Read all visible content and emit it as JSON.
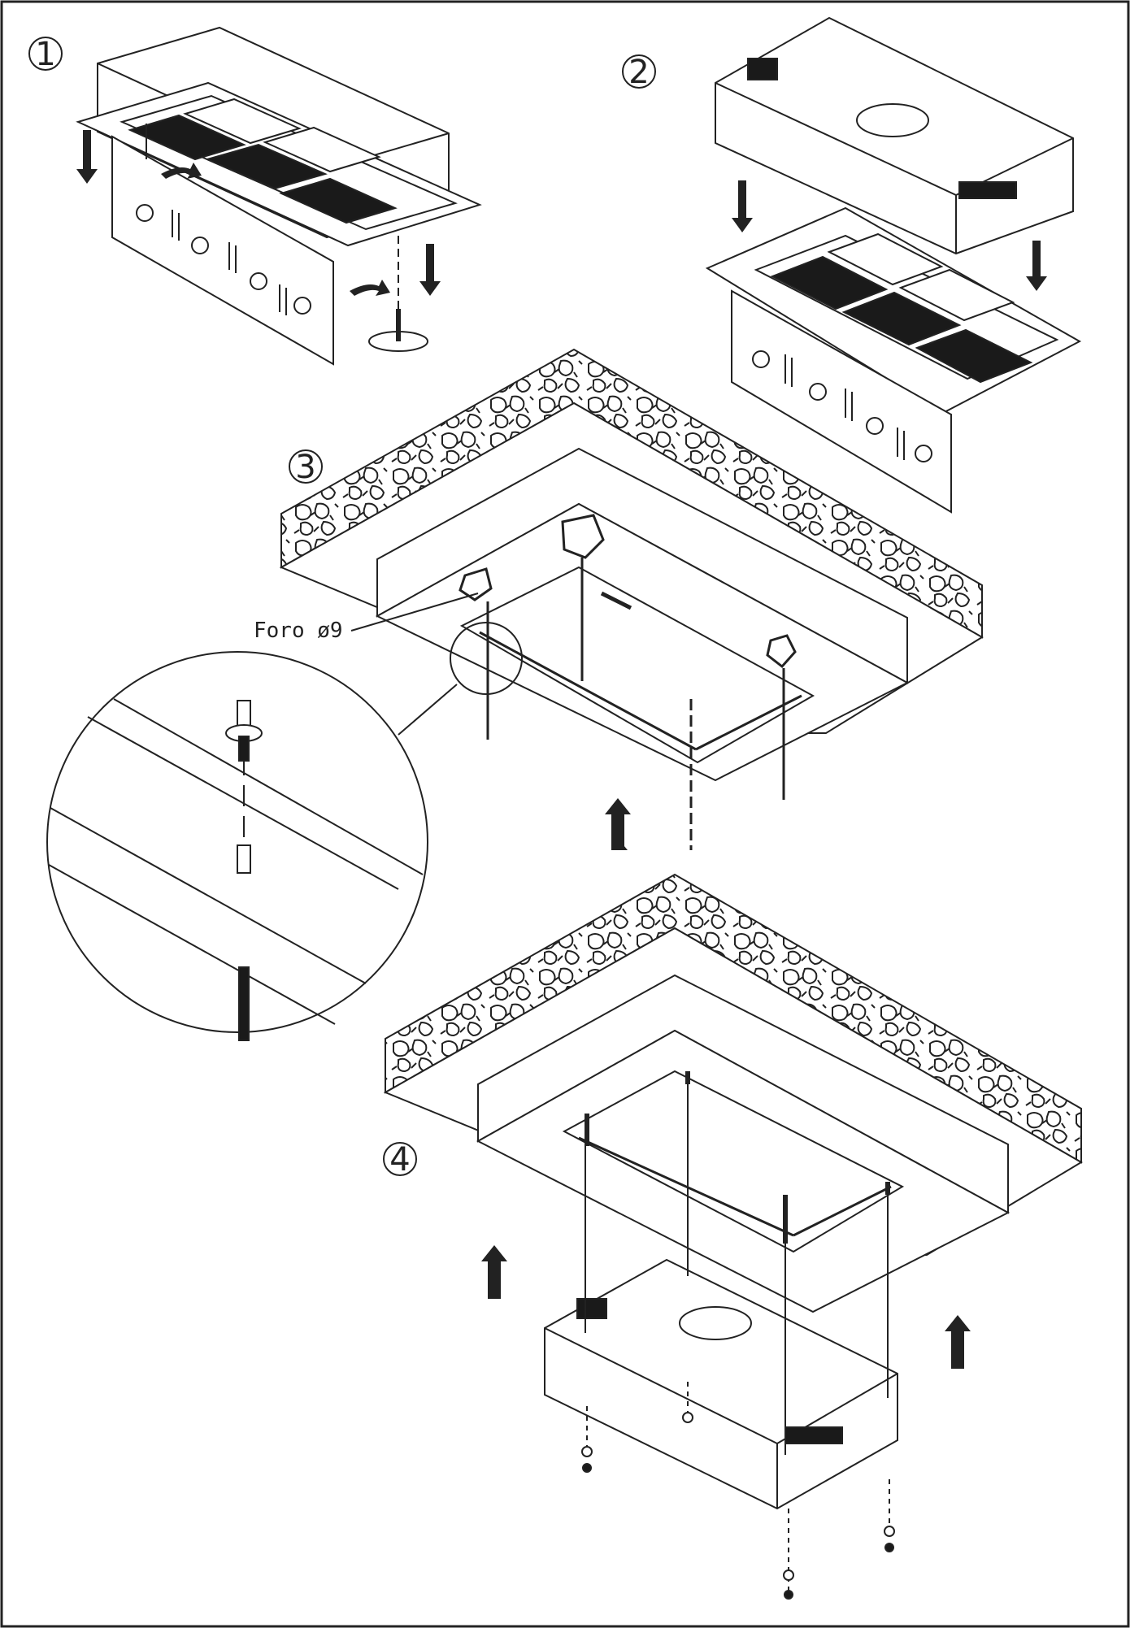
{
  "steps": [
    {
      "label": "1"
    },
    {
      "label": "2"
    },
    {
      "label": "3"
    },
    {
      "label": "4"
    }
  ],
  "callouts": {
    "hole_label": "Foro ø9"
  },
  "colors": {
    "stroke": "#222222",
    "background": "#ffffff",
    "fill_dark": "#1a1a1a",
    "fill_mid": "#555555"
  }
}
